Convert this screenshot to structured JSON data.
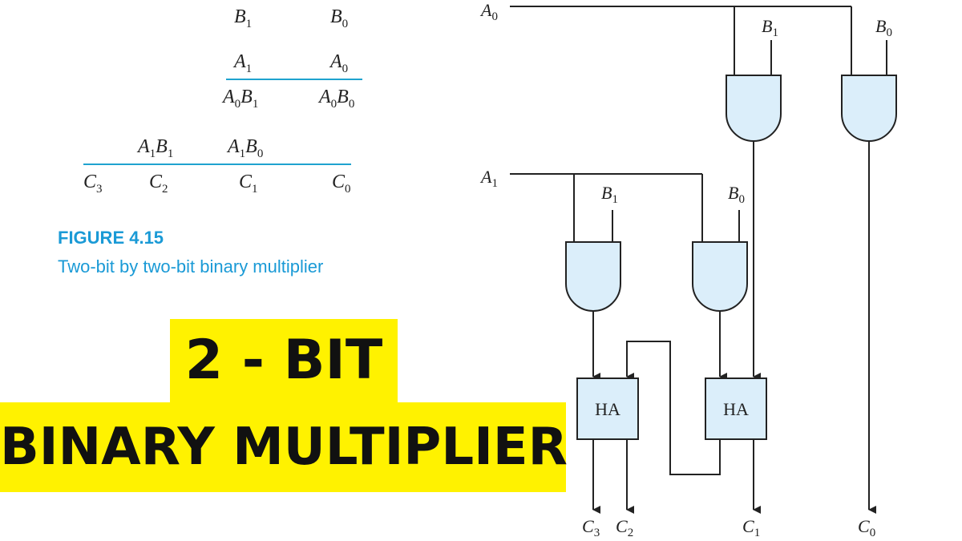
{
  "multiplication": {
    "row1": [
      {
        "v": "B",
        "s": "1"
      },
      {
        "v": "B",
        "s": "0"
      }
    ],
    "row2": [
      {
        "v": "A",
        "s": "1"
      },
      {
        "v": "A",
        "s": "0"
      }
    ],
    "row3": [
      "A0B1",
      "A0B0"
    ],
    "row4": [
      "A1B1",
      "A1B0"
    ],
    "result": [
      {
        "v": "C",
        "s": "3"
      },
      {
        "v": "C",
        "s": "2"
      },
      {
        "v": "C",
        "s": "1"
      },
      {
        "v": "C",
        "s": "0"
      }
    ]
  },
  "figure": {
    "number": "FIGURE 4.15",
    "caption": "Two-bit by two-bit binary multiplier"
  },
  "banner": {
    "line1": "2 - BIT",
    "line2": "BINARY MULTIPLIER"
  },
  "circuit": {
    "inputs": [
      {
        "v": "A",
        "s": "0"
      },
      {
        "v": "A",
        "s": "1"
      }
    ],
    "gate_inputs": [
      {
        "v": "B",
        "s": "1"
      },
      {
        "v": "B",
        "s": "0"
      },
      {
        "v": "B",
        "s": "1"
      },
      {
        "v": "B",
        "s": "0"
      }
    ],
    "half_adder_label": "HA",
    "outputs": [
      {
        "v": "C",
        "s": "3"
      },
      {
        "v": "C",
        "s": "2"
      },
      {
        "v": "C",
        "s": "1"
      },
      {
        "v": "C",
        "s": "0"
      }
    ]
  },
  "colors": {
    "accent_blue": "#1a9ad6",
    "gate_fill": "#dbeefa",
    "banner_yellow": "#fff200"
  }
}
